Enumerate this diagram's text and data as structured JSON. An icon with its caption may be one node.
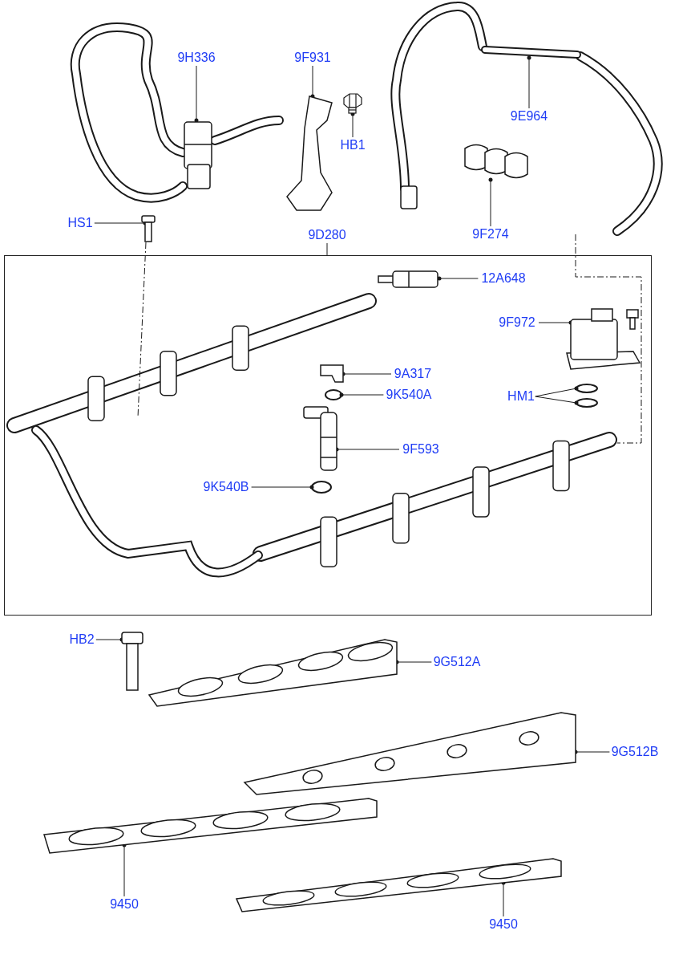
{
  "diagram": {
    "nodes": [
      {
        "text": [
          "9H336"
        ]
      },
      {
        "text": [],
        "shape": "picture"
      },
      {
        "text": [
          "9F931"
        ]
      },
      {
        "text": [],
        "shape": "picture"
      },
      {
        "text": [
          "HB1"
        ]
      },
      {
        "text": [],
        "shape": "picture"
      },
      {
        "text": [
          "9E964"
        ]
      },
      {
        "text": [],
        "shape": "picture"
      },
      {
        "text": [
          "9F274"
        ]
      },
      {
        "text": [],
        "shape": "picture"
      },
      {
        "text": [
          "HS1"
        ]
      },
      {
        "text": [],
        "shape": "picture"
      },
      {
        "text": [
          "9D280"
        ]
      },
      {
        "text": [],
        "shape": "box"
      },
      {
        "text": [
          "12A648"
        ],
        "in": 13
      },
      {
        "text": [],
        "shape": "picture",
        "in": 13
      },
      {
        "text": [
          "9F972"
        ],
        "in": 13
      },
      {
        "text": [],
        "shape": "picture",
        "in": 13
      },
      {
        "text": [
          "9A317"
        ],
        "in": 13
      },
      {
        "text": [],
        "shape": "picture",
        "in": 13
      },
      {
        "text": [
          "9K540A"
        ],
        "in": 13
      },
      {
        "text": [],
        "shape": "circle",
        "in": 13
      },
      {
        "text": [
          "HM1"
        ],
        "in": 13
      },
      {
        "text": [],
        "shape": "circle",
        "in": 13
      },
      {
        "text": [],
        "shape": "circle",
        "in": 13
      },
      {
        "text": [
          "9F593"
        ],
        "in": 13
      },
      {
        "text": [],
        "shape": "picture",
        "in": 13
      },
      {
        "text": [
          "9K540B"
        ],
        "in": 13
      },
      {
        "text": [],
        "shape": "circle",
        "in": 13
      },
      {
        "text": [
          "HB2"
        ]
      },
      {
        "text": [],
        "shape": "picture"
      },
      {
        "text": [
          "9G512A"
        ]
      },
      {
        "text": [],
        "shape": "picture"
      },
      {
        "text": [
          "9G512B"
        ]
      },
      {
        "text": [],
        "shape": "picture"
      },
      {
        "text": [
          "9450"
        ]
      },
      {
        "text": [],
        "shape": "picture"
      },
      {
        "text": [
          "9450"
        ]
      },
      {
        "text": [],
        "shape": "picture"
      }
    ],
    "edges": [
      {
        "from": 0,
        "to": 1,
        "arrow": "other"
      },
      {
        "from": 2,
        "to": 3,
        "arrow": "other"
      },
      {
        "from": 4,
        "to": 5,
        "arrow": "other"
      },
      {
        "from": 6,
        "to": 7,
        "arrow": "other"
      },
      {
        "from": 8,
        "to": 9,
        "arrow": "other"
      },
      {
        "from": 10,
        "to": 11,
        "arrow": "other"
      },
      {
        "from": 12,
        "to": 13,
        "arrow": "none"
      },
      {
        "from": 14,
        "to": 15,
        "arrow": "other"
      },
      {
        "from": 16,
        "to": 17,
        "arrow": "other"
      },
      {
        "from": 18,
        "to": 19,
        "arrow": "other"
      },
      {
        "from": 20,
        "to": 21,
        "arrow": "other"
      },
      {
        "from": 22,
        "to": 23,
        "arrow": "other"
      },
      {
        "from": 22,
        "to": 24,
        "arrow": "other"
      },
      {
        "from": 25,
        "to": 26,
        "arrow": "other"
      },
      {
        "from": 27,
        "to": 28,
        "arrow": "other"
      },
      {
        "from": 29,
        "to": 30,
        "arrow": "other"
      },
      {
        "from": 31,
        "to": 32,
        "arrow": "other"
      },
      {
        "from": 33,
        "to": 34,
        "arrow": "other"
      },
      {
        "from": 35,
        "to": 36,
        "arrow": "other"
      },
      {
        "from": 37,
        "to": 38,
        "arrow": "other"
      }
    ]
  }
}
